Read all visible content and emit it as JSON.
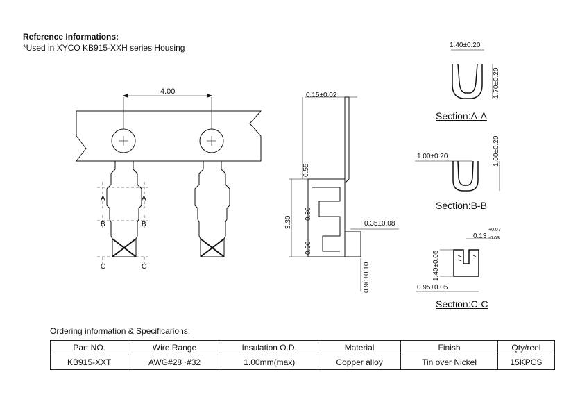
{
  "reference": {
    "title": "Reference Informations:",
    "note": "*Used in XYCO KB915-XXH series Housing"
  },
  "top_view": {
    "pitch_label": "4.00",
    "section_marks": [
      "A",
      "A",
      "B",
      "B",
      "C",
      "C"
    ]
  },
  "side_view": {
    "thickness_label": "0.15±0.02",
    "height_label": "3.30",
    "dim_055": "0.55",
    "dim_080": "0.80",
    "dim_090": "0.90",
    "dim_035": "0.35±0.08",
    "dim_bottom": "0.90±0.10"
  },
  "section_a": {
    "width_label": "1.40±0.20",
    "height_label": "1.70±0.20",
    "title": "Section:A-A"
  },
  "section_b": {
    "width_label": "1.00±0.20",
    "height_label": "1.00±0.20",
    "title": "Section:B-B"
  },
  "section_c": {
    "gap_label": "0.13",
    "gap_tol_upper": "+0.07",
    "gap_tol_lower": "-0.03",
    "height_label": "1.40±0.05",
    "width_label": "0.95±0.05",
    "title": "Section:C-C"
  },
  "ordering": {
    "title": "Ordering information & Specificarions:",
    "headers": [
      "Part NO.",
      "Wire Range",
      "Insulation O.D.",
      "Material",
      "Finish",
      "Qty/reel"
    ],
    "row": [
      "KB915-XXT",
      "AWG#28~#32",
      "1.00mm(max)",
      "Copper alloy",
      "Tin over Nickel",
      "15KPCS"
    ]
  }
}
